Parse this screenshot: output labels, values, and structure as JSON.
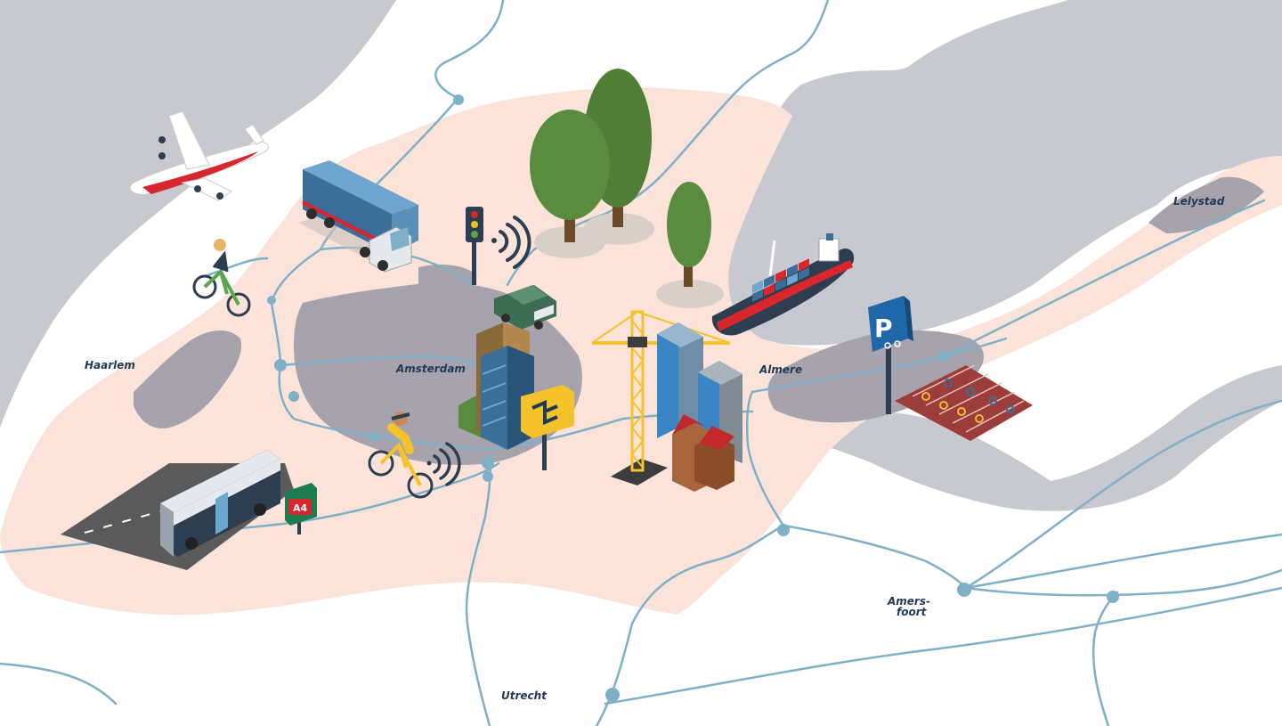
{
  "cities": {
    "haarlem": "Haarlem",
    "amsterdam": "Amsterdam",
    "almere": "Almere",
    "lelystad": "Lelystad",
    "amersfoort_1": "Amers-",
    "amersfoort_2": "foort",
    "utrecht": "Utrecht"
  },
  "signs": {
    "highway": "A4",
    "parking": "P"
  },
  "colors": {
    "water": "#c8c8d0",
    "region": "#fbe3da",
    "urban": "#a6a3ad",
    "rail": "#7fb0c8",
    "label": "#1f3a55"
  },
  "icons": [
    "airplane-icon",
    "truck-icon",
    "traffic-light-icon",
    "wifi-icon",
    "trees-icon",
    "cargo-ship-icon",
    "parking-sign-icon",
    "bike-parking-icon",
    "cyclist-icon",
    "car-icon",
    "office-buildings-icon",
    "station-sign-icon",
    "crane-icon",
    "houses-icon",
    "bus-icon",
    "highway-sign-icon"
  ]
}
